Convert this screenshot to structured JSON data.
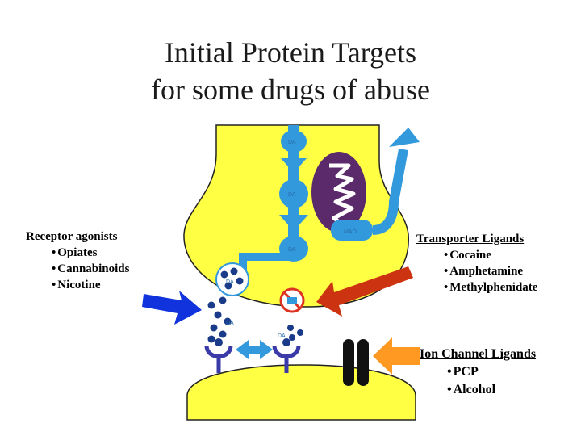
{
  "title": {
    "line1": "Initial Protein Targets",
    "line2": "for some drugs of abuse"
  },
  "receptor": {
    "heading": "Receptor agonists",
    "items": [
      "Opiates",
      "Cannabinoids",
      "Nicotine"
    ]
  },
  "transporter": {
    "heading": "Transporter Ligands",
    "items": [
      "Cocaine",
      "Amphetamine",
      "Methylphenidate"
    ]
  },
  "ion_channel": {
    "heading": "Ion Channel Ligands",
    "items": [
      "PCP",
      "Alcohol"
    ]
  },
  "diagram_labels": {
    "da": "DA",
    "mao": "MAO"
  },
  "colors": {
    "neuron_yellow": "#ffff44",
    "transporter_blue": "#3399dd",
    "vesicle_blue": "#1a3a8a",
    "mitochondrion_purple": "#5a2a6a",
    "arrow_blue": "#1133dd",
    "arrow_red": "#cc3311",
    "arrow_orange": "#ff9922",
    "receptor_purple": "#3a3aa8",
    "no_sign_red": "#dd3322"
  }
}
